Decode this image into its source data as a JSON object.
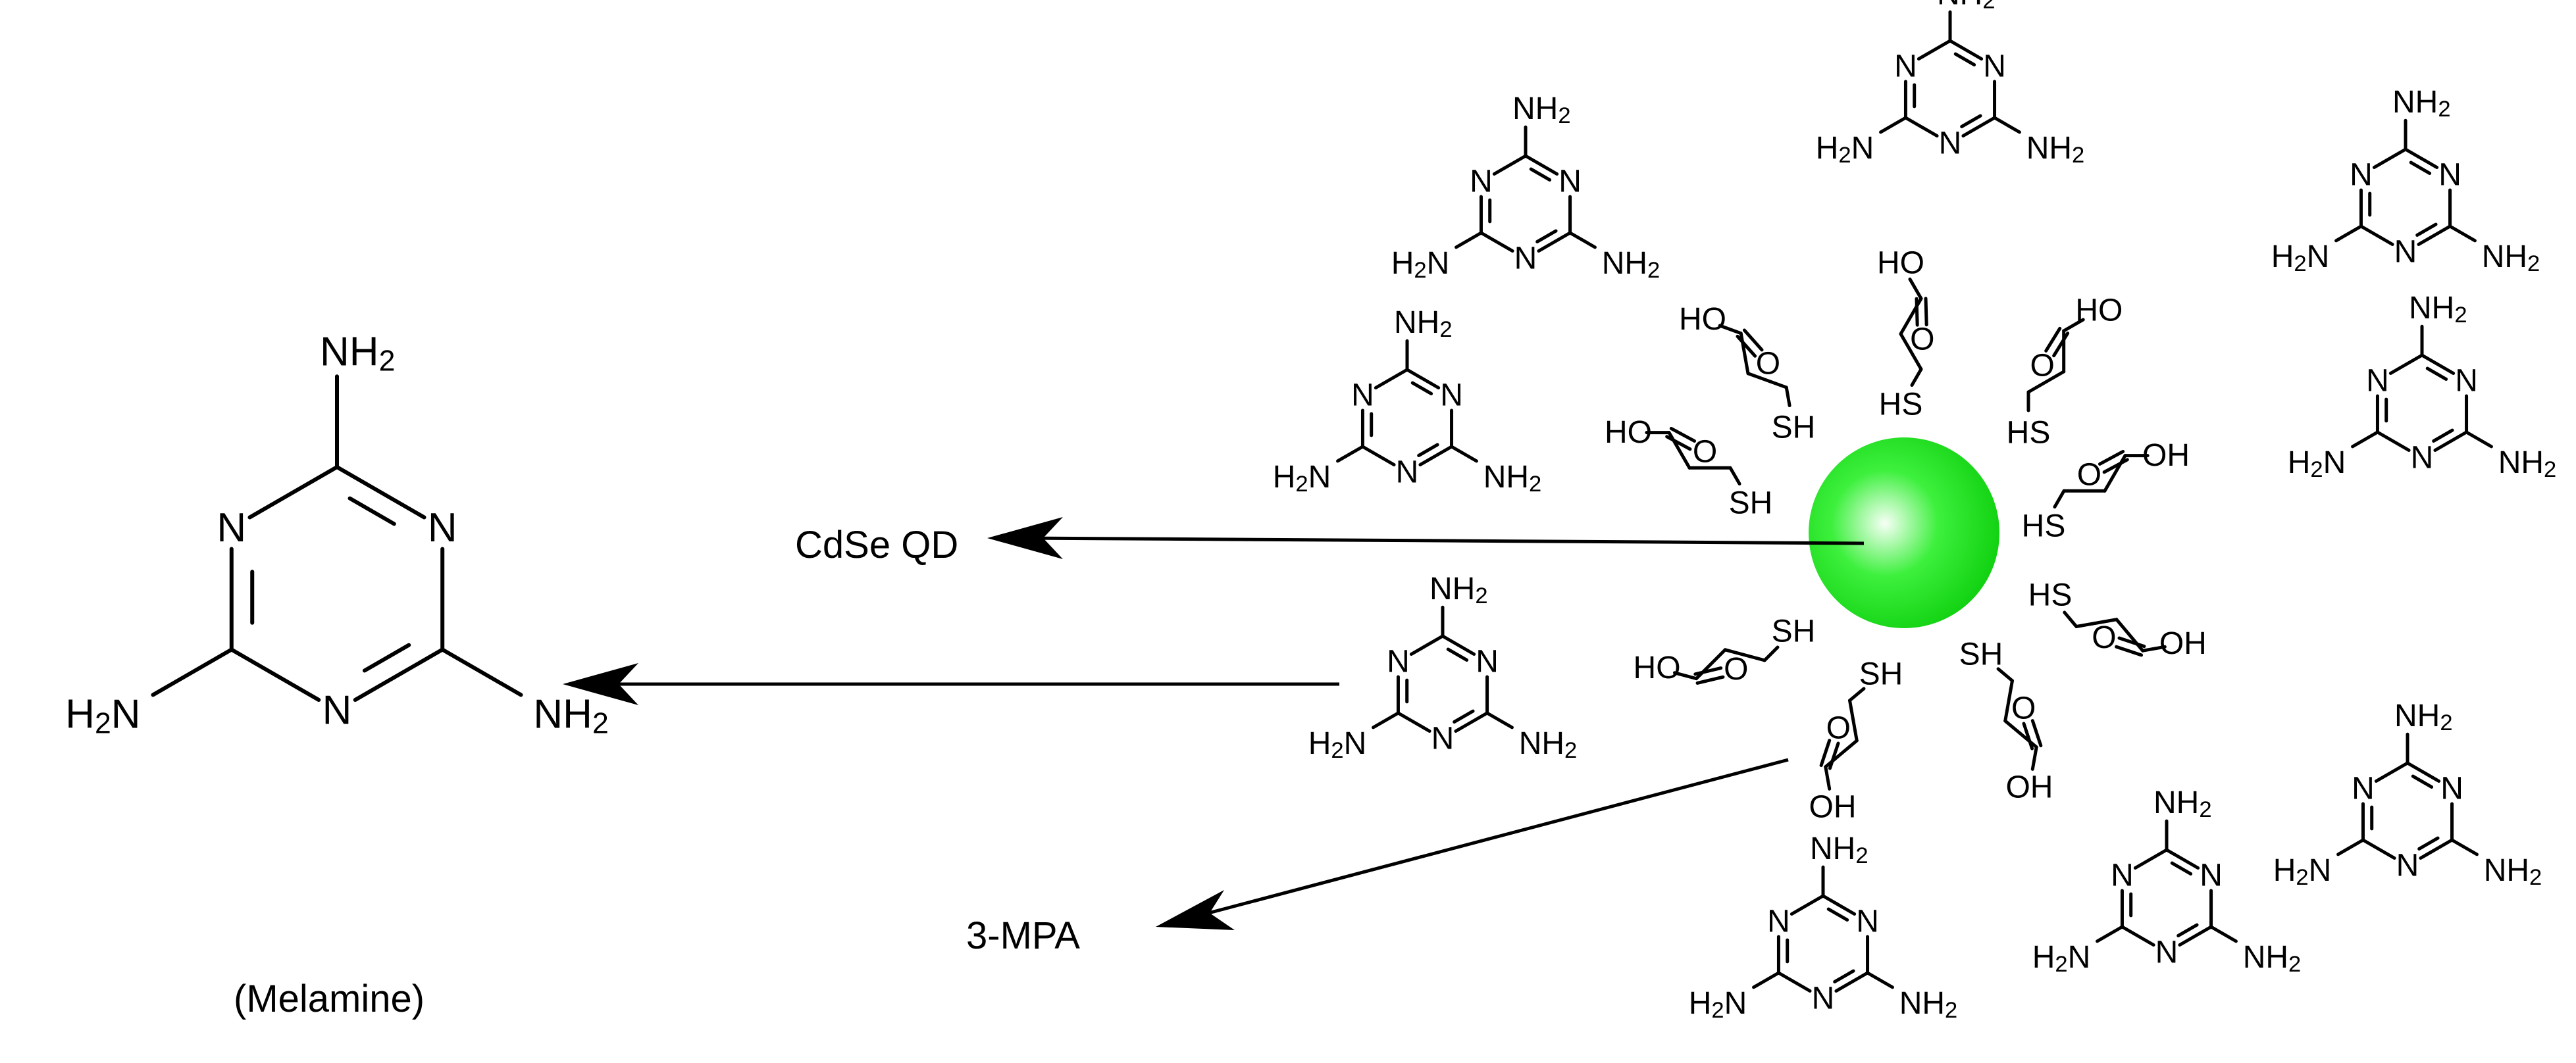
{
  "labels": {
    "qd": "CdSe QD",
    "mpa": "3-MPA",
    "melamine": "(Melamine)"
  },
  "atoms": {
    "amine": "NH",
    "amine_subscript": "2",
    "amine_left_prefix": "H",
    "amine_left_subscript": "2",
    "amine_left_suffix": "N",
    "ring_nitrogen": "N",
    "hydroxyl": "HO",
    "hydroxyl_right": "OH",
    "carbonyl_oxygen": "O",
    "thiol": "SH",
    "thiol_left": "HS"
  },
  "colors": {
    "quantum_dot_highlight": "#f6fff6",
    "quantum_dot_mid": "#3df03d",
    "quantum_dot_edge": "#10d010",
    "ink": "#000000"
  }
}
